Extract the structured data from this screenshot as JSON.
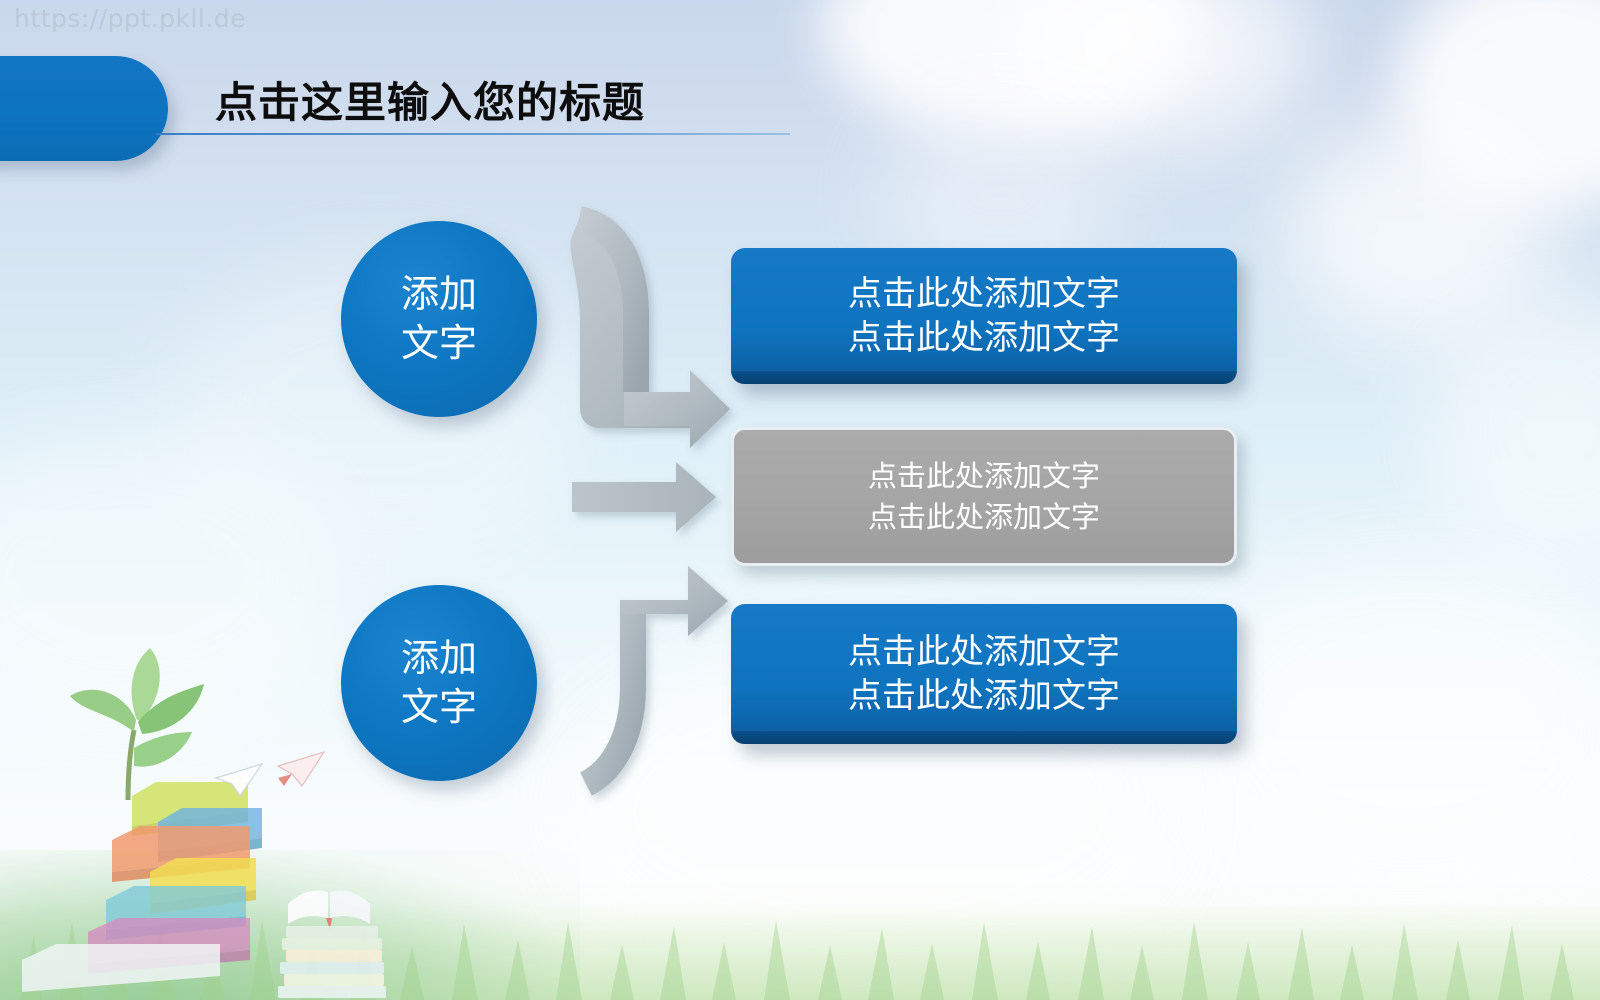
{
  "watermark": "https://ppt.pkll.de",
  "header": {
    "title": "点击这里输入您的标题"
  },
  "circles": [
    {
      "line1": "添加",
      "line2": "文字"
    },
    {
      "line1": "添加",
      "line2": "文字"
    }
  ],
  "boxes": [
    {
      "style": "blue",
      "line1": "点击此处添加文字",
      "line2": "点击此处添加文字"
    },
    {
      "style": "gray",
      "line1": "点击此处添加文字",
      "line2": "点击此处添加文字"
    },
    {
      "style": "blue",
      "line1": "点击此处添加文字",
      "line2": "点击此处添加文字"
    }
  ],
  "arrows": [
    {
      "name": "arrow-curve-top",
      "shape": "curved-down-right"
    },
    {
      "name": "arrow-straight-middle",
      "shape": "straight-right"
    },
    {
      "name": "arrow-curve-bottom",
      "shape": "curved-up-right"
    }
  ],
  "colors": {
    "accent_blue": "#0e78c4",
    "box_blue": "#1070be",
    "box_blue_shadow": "#0a5a9c",
    "box_gray": "#a6a6a6",
    "arrow_gray": "#b3bcc2",
    "title_text": "#0d0d0d",
    "rule_blue": "#3a7fc4",
    "watermark_text": "#bdc9da",
    "sky_top": "#c9d8ec",
    "sky_bottom": "#fdfefe",
    "grass_green": "#a8d68c"
  },
  "decor": {
    "sprout": "sprout-plant",
    "book_stack": "stacked-books",
    "open_book": "open-book",
    "paper_planes": "paper-planes"
  }
}
